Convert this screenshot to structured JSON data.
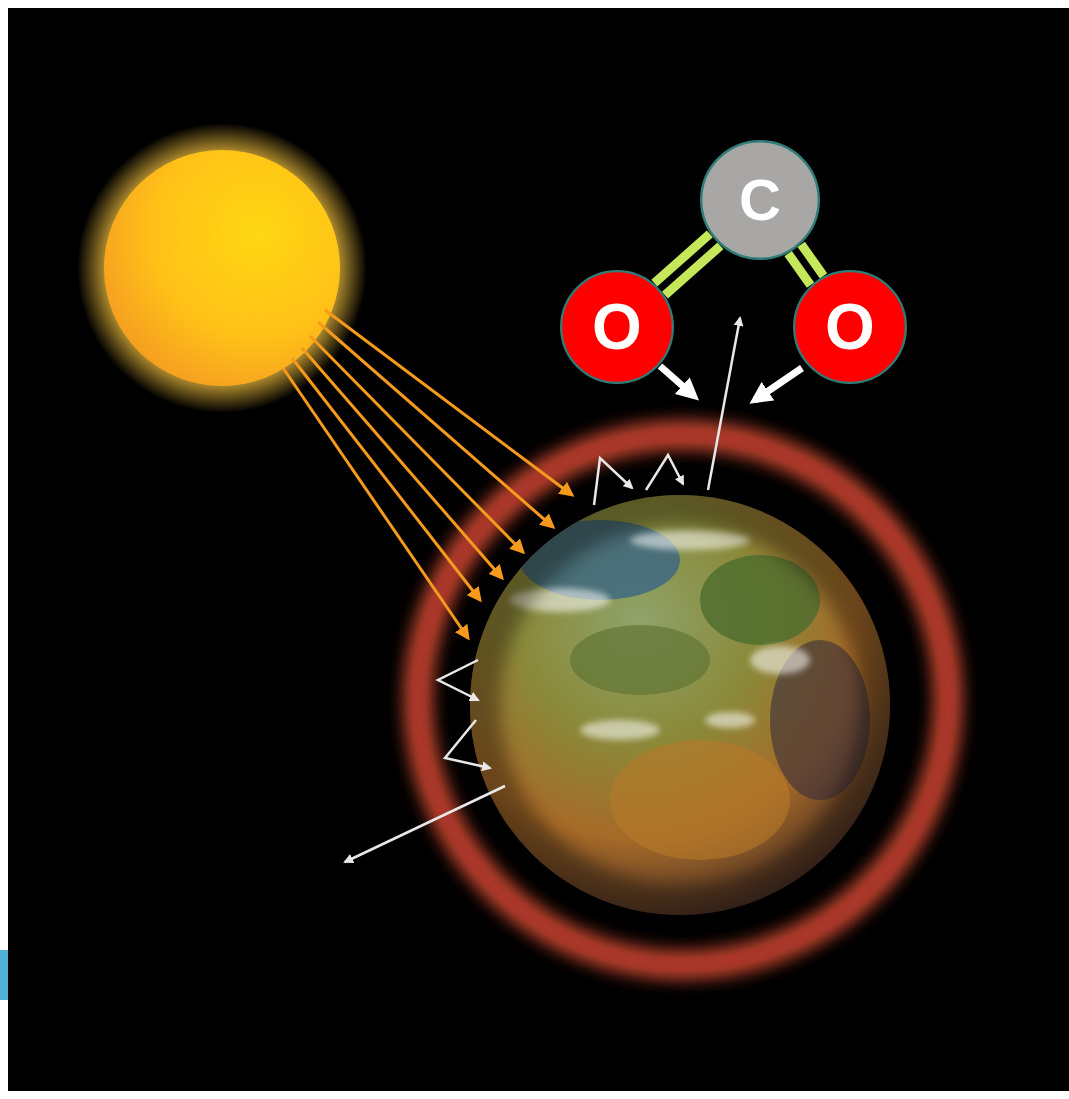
{
  "diagram": {
    "nodes": [
      {
        "text": [
          "C"
        ]
      },
      {
        "text": [
          "O"
        ]
      },
      {
        "text": [
          "O"
        ]
      }
    ],
    "edges": [
      {
        "from": 0,
        "to": 1,
        "arrow": "none"
      },
      {
        "from": 0,
        "to": 2,
        "arrow": "none"
      }
    ]
  }
}
